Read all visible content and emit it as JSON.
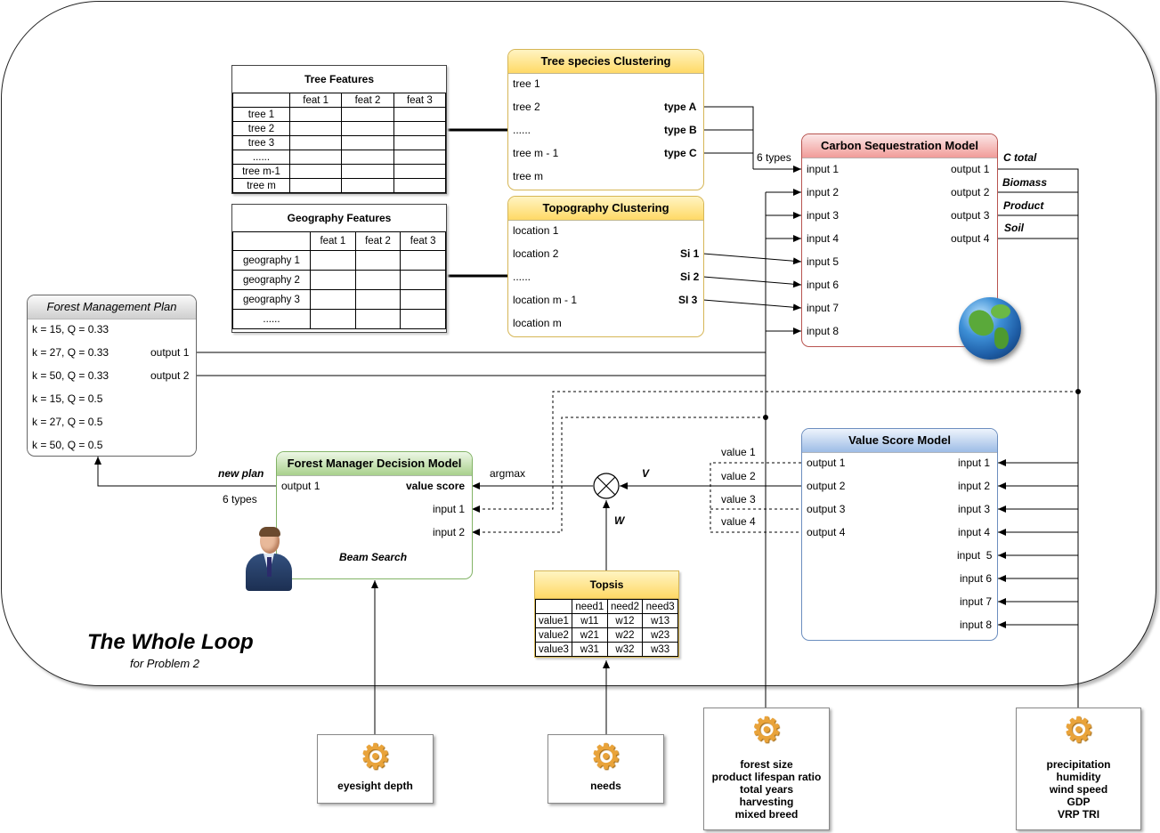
{
  "title": "The Whole Loop",
  "subtitle": "for Problem 2",
  "tree_features": {
    "title": "Tree Features",
    "columns": [
      "",
      "feat 1",
      "feat 2",
      "feat 3"
    ],
    "rows": [
      "tree 1",
      "tree 2",
      "tree 3",
      "......",
      "tree m-1",
      "tree m"
    ]
  },
  "geography_features": {
    "title": "Geography Features",
    "columns": [
      "",
      "feat 1",
      "feat 2",
      "feat 3"
    ],
    "rows": [
      "geography 1",
      "geography 2",
      "geography 3",
      "......"
    ]
  },
  "tree_clustering": {
    "title": "Tree species Clustering",
    "rows": [
      "tree 1",
      "tree 2",
      "......",
      "tree m - 1",
      "tree m"
    ],
    "outputs": [
      "type A",
      "type B",
      "type C"
    ]
  },
  "topography_clustering": {
    "title": "Topography Clustering",
    "rows": [
      "location 1",
      "location 2",
      "......",
      "location m - 1",
      "location m"
    ],
    "outputs": [
      "Si 1",
      "Si 2",
      "SI 3"
    ]
  },
  "carbon_model": {
    "title": "Carbon Sequestration Model",
    "inputs": [
      "input 1",
      "input 2",
      "input 3",
      "input 4",
      "input 5",
      "input 6",
      "input 7",
      "input 8"
    ],
    "outputs": [
      "output 1",
      "output 2",
      "output 3",
      "output 4"
    ],
    "output_labels": [
      "C total",
      "Biomass",
      "Product",
      "Soil"
    ],
    "types_label": "6 types"
  },
  "forest_plan": {
    "title": "Forest Management Plan",
    "rows": [
      "k = 15, Q = 0.33",
      "k = 27, Q = 0.33",
      "k = 50, Q = 0.33",
      "k = 15, Q = 0.5",
      "k = 27, Q = 0.5",
      "k = 50, Q = 0.5"
    ],
    "outputs": [
      "output 1",
      "output 2"
    ]
  },
  "value_model": {
    "title": "Value Score Model",
    "outputs": [
      "output 1",
      "output 2",
      "output 3",
      "output 4"
    ],
    "inputs": [
      "input 1",
      "input 2",
      "input 3",
      "input 4",
      "input  5",
      "input 6",
      "input 7",
      "input 8"
    ],
    "value_labels": [
      "value 1",
      "value 2",
      "value 3",
      "value 4"
    ]
  },
  "decision_model": {
    "title": "Forest Manager Decision Model",
    "output": "output 1",
    "value_score": "value score",
    "inputs": [
      "input 1",
      "input 2"
    ],
    "method": "Beam Search",
    "new_plan": "new plan",
    "types": "6 types",
    "argmax": "argmax",
    "v_label": "V",
    "w_label": "W"
  },
  "topsis": {
    "title": "Topsis",
    "columns": [
      "",
      "need1",
      "need2",
      "need3"
    ],
    "rows": [
      [
        "value1",
        "w11",
        "w12",
        "w13"
      ],
      [
        "value2",
        "w21",
        "w22",
        "w23"
      ],
      [
        "value3",
        "w31",
        "w32",
        "w33"
      ]
    ]
  },
  "params": {
    "eyesight": {
      "icon": "gear-icon",
      "lines": [
        "eyesight depth"
      ]
    },
    "needs": {
      "icon": "gear-icon",
      "lines": [
        "needs"
      ]
    },
    "forest": {
      "icon": "gear-icon",
      "lines": [
        "forest size",
        "product lifespan ratio",
        "total years",
        "harvesting",
        "mixed breed"
      ]
    },
    "climate": {
      "icon": "gear-icon",
      "lines": [
        "precipitation",
        "humidity",
        "wind speed",
        "GDP",
        "VRP TRI"
      ]
    }
  },
  "colors": {
    "yellow_header": "#ffd966",
    "red_header": "#f19c99",
    "blue_header": "#9dbce6",
    "green_header": "#a9d18c",
    "gray_header": "#cfcfcf"
  }
}
